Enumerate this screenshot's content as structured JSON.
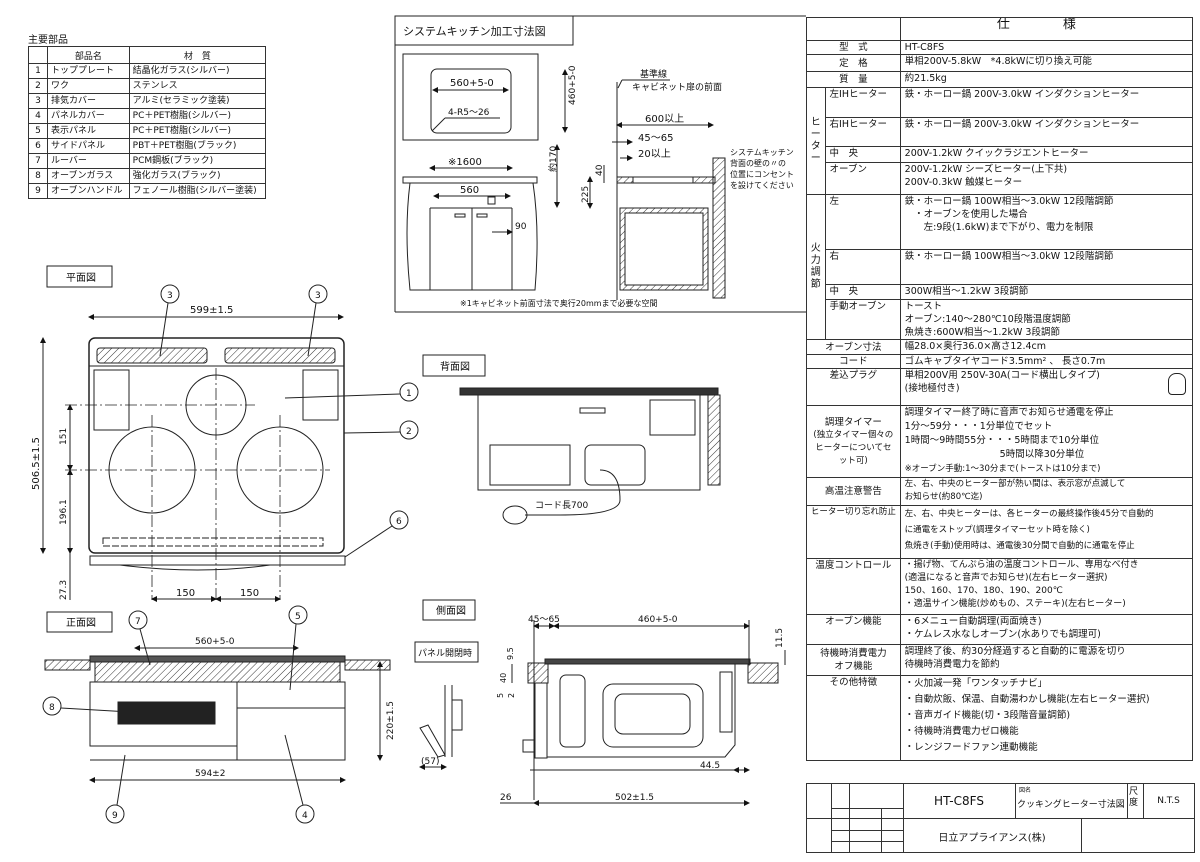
{
  "parts": {
    "title": "主要部品",
    "headers": [
      "",
      "部品名",
      "材　質"
    ],
    "rows": [
      {
        "no": "1",
        "name": "トッププレート",
        "material": "結晶化ガラス(シルバー)"
      },
      {
        "no": "2",
        "name": "ワク",
        "material": "ステンレス"
      },
      {
        "no": "3",
        "name": "排気カバー",
        "material": "アルミ(セラミック塗装)"
      },
      {
        "no": "4",
        "name": "パネルカバー",
        "material": "PC＋PET樹脂(シルバー)"
      },
      {
        "no": "5",
        "name": "表示パネル",
        "material": "PC＋PET樹脂(シルバー)"
      },
      {
        "no": "6",
        "name": "サイドパネル",
        "material": "PBT＋PET樹脂(ブラック)"
      },
      {
        "no": "7",
        "name": "ルーバー",
        "material": "PCM鋼板(ブラック)"
      },
      {
        "no": "8",
        "name": "オーブンガラス",
        "material": "強化ガラス(ブラック)"
      },
      {
        "no": "9",
        "name": "オーブンハンドル",
        "material": "フェノール樹脂(シルバー塗装)"
      }
    ]
  },
  "kitchen": {
    "title": "システムキッチン加工寸法図",
    "cutout_w": "560+5-0",
    "cutout_d": "460+5-0",
    "corner_r": "4-R5～26",
    "cab_w": "※1600",
    "inner_w": "560",
    "approx170": "約170",
    "d90": "90",
    "ref_line": "基準線",
    "ref_line2": "キャビネット扉の前面",
    "d600": "600以上",
    "d45": "45～65",
    "d20": "20以上",
    "d40": "40",
    "d225": "225",
    "outlet_note": [
      "システムキッチン",
      "背面の壁の〃の",
      "位置にコンセント",
      "を設けてください"
    ],
    "footnote": "※1キャビネット前面寸法で奥行20mmまで必要な空間"
  },
  "plan": {
    "title": "平面図",
    "width": "599±1.5",
    "depth": "506.5±1.5",
    "d151": "151",
    "d196": "196.1",
    "d27": "27.3",
    "d150a": "150",
    "d150b": "150",
    "balloons": [
      "3",
      "3",
      "1",
      "2",
      "6"
    ]
  },
  "back": {
    "title": "背面図",
    "cord": "コード長700"
  },
  "front": {
    "title": "正面図",
    "width_top": "560+5-0",
    "width": "594±2",
    "height": "220±1.5",
    "balloons": [
      "7",
      "5",
      "8",
      "4",
      "9"
    ]
  },
  "side": {
    "title": "側面図",
    "panel_open": "パネル開閉時",
    "d57": "(57)",
    "d45": "45～65",
    "d460": "460+5-0",
    "d115": "11.5",
    "d95": "9.5",
    "d40": "40",
    "d5": "5",
    "d2": "2",
    "d445": "44.5",
    "d26": "26",
    "d502": "502±1.5"
  },
  "spec": {
    "title": "仕　様",
    "model_label": "型　式",
    "model": "HT-C8FS",
    "rating_label": "定　格",
    "rating": "単相200V-5.8kW　*4.8kWに切り換え可能",
    "mass_label": "質　量",
    "mass": "約21.5kg",
    "heater_group": "ヒーター",
    "heater": [
      {
        "label": "左IHヒーター",
        "value": [
          "鉄・ホーロー鍋 200V-3.0kW インダクションヒーター"
        ]
      },
      {
        "label": "右IHヒーター",
        "value": [
          "鉄・ホーロー鍋 200V-3.0kW インダクションヒーター"
        ]
      },
      {
        "label": "中　央",
        "value": [
          "200V-1.2kW クイックラジエントヒーター"
        ]
      },
      {
        "label": "オーブン",
        "value": [
          "200V-1.2kW シーズヒーター(上下共)",
          "200V-0.3kW 触媒ヒーター"
        ]
      }
    ],
    "power_group": "火力調節",
    "power": [
      {
        "label": "左",
        "value": [
          "鉄・ホーロー鍋 100W相当～3.0kW 12段階調節",
          "　・オーブンを使用した場合",
          "　　左:9段(1.6kW)まで下がり、電力を制限"
        ]
      },
      {
        "label": "右",
        "value": [
          "鉄・ホーロー鍋 100W相当～3.0kW 12段階調節"
        ]
      },
      {
        "label": "中　央",
        "value": [
          "300W相当～1.2kW 3段調節"
        ]
      },
      {
        "label": "手動オーブン",
        "value": [
          "トースト",
          "オーブン:140～280℃10段階温度調節",
          "魚焼き:600W相当～1.2kW 3段調節"
        ]
      }
    ],
    "rows": [
      {
        "label": [
          "オーブン寸法"
        ],
        "value": [
          "幅28.0×奥行36.0×高さ12.4cm"
        ]
      },
      {
        "label": [
          "コード"
        ],
        "value": [
          "ゴムキャブタイヤコード3.5mm² 、 長さ0.7m"
        ]
      },
      {
        "label": [
          "差込プラグ"
        ],
        "value": [
          "単相200V用 250V-30A(コード横出しタイプ)",
          "(接地極付き)"
        ]
      },
      {
        "label": [
          "調理タイマー",
          "(独立タイマー個々の",
          "ヒーターについてセット可)"
        ],
        "value": [
          "調理タイマー終了時に音声でお知らせ通電を停止",
          "1分～59分・・・1分単位でセット",
          "1時間～9時間55分・・・5時間まで10分単位",
          "　　　　　　　　　　5時間以降30分単位",
          "※オーブン手動:1～30分まで(トーストは10分まで)"
        ]
      },
      {
        "label": [
          "高温注意警告"
        ],
        "value": [
          "左、右、中央のヒーター部が熱い間は、表示窓が点滅して",
          "お知らせ(約80℃迄)"
        ]
      },
      {
        "label": [
          "ヒーター切り忘れ防止"
        ],
        "value": [
          "左、右、中央ヒーターは、各ヒーターの最終操作後45分で自動的",
          "に通電をストップ(調理タイマーセット時を除く)",
          "魚焼き(手動)使用時は、通電後30分間で自動的に通電を停止"
        ]
      },
      {
        "label": [
          "温度コントロール"
        ],
        "value": [
          "・揚げ物、てんぷら油の温度コントロール、専用なべ付き",
          "(適温になると音声でお知らせ)(左右ヒーター選択)",
          "150、160、170、180、190、200℃",
          "・適温サイン機能(炒めもの、ステーキ)(左右ヒーター)"
        ]
      },
      {
        "label": [
          "オーブン機能"
        ],
        "value": [
          "・6メニュー自動調理(両面焼き)",
          "・ケムレス水なしオーブン(水ありでも調理可)"
        ]
      },
      {
        "label": [
          "待機時消費電力",
          "オフ機能"
        ],
        "value": [
          "調理終了後、約30分経過すると自動的に電源を切り",
          "待機時消費電力を節約"
        ]
      },
      {
        "label": [
          "その他特徴"
        ],
        "value": [
          "・火加減一発「ワンタッチナビ」",
          "・自動炊飯、保温、自動湯わかし機能(左右ヒーター選択)",
          "・音声ガイド機能(切・3段階音量調節)",
          "・待機時消費電力ゼロ機能",
          "・レンジフードファン連動機能"
        ]
      }
    ]
  },
  "title_block": {
    "model": "HT-C8FS",
    "drawing_label": "図名",
    "drawing_name": "クッキングヒーター寸法図",
    "scale_label": "尺度",
    "scale": "N.T.S",
    "company": "日立アプライアンス(株)"
  }
}
